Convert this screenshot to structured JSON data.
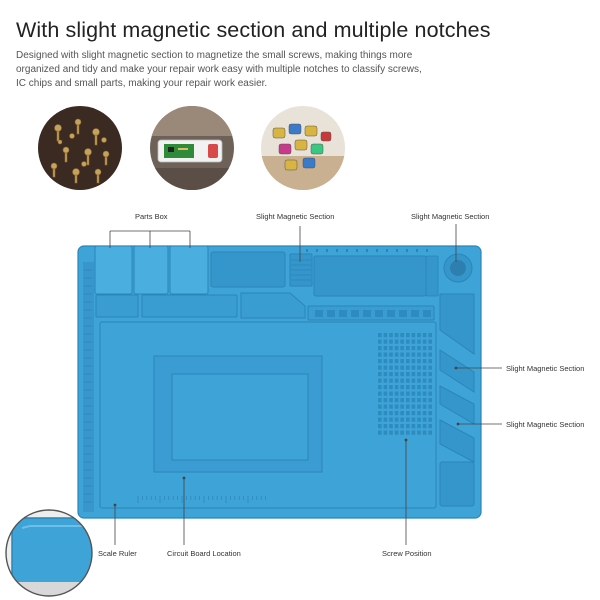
{
  "heading": "With slight magnetic section and multiple notches",
  "description": {
    "line1": "Designed with slight magnetic section to magnetize the small screws, making things more",
    "line2": "organized and tidy and make your repair work easy with multiple notches to classify screws,",
    "line3": "IC chips and small parts, making your repair work easier."
  },
  "labels": {
    "parts_box": "Parts Box",
    "magnetic_top_left": "Slight Magnetic Section",
    "magnetic_top_right": "Slight Magnetic Section",
    "magnetic_right_1": "Slight Magnetic Section",
    "magnetic_right_2": "Slight Magnetic Section",
    "scale_ruler": "Scale Ruler",
    "circuit_board_location": "Circuit Board Location",
    "screw_position": "Screw Position"
  },
  "colors": {
    "mat_blue": "#3ea3d6",
    "mat_dark": "#2a86b8",
    "mat_light": "#5cb6e2",
    "callout_line": "#444444"
  }
}
